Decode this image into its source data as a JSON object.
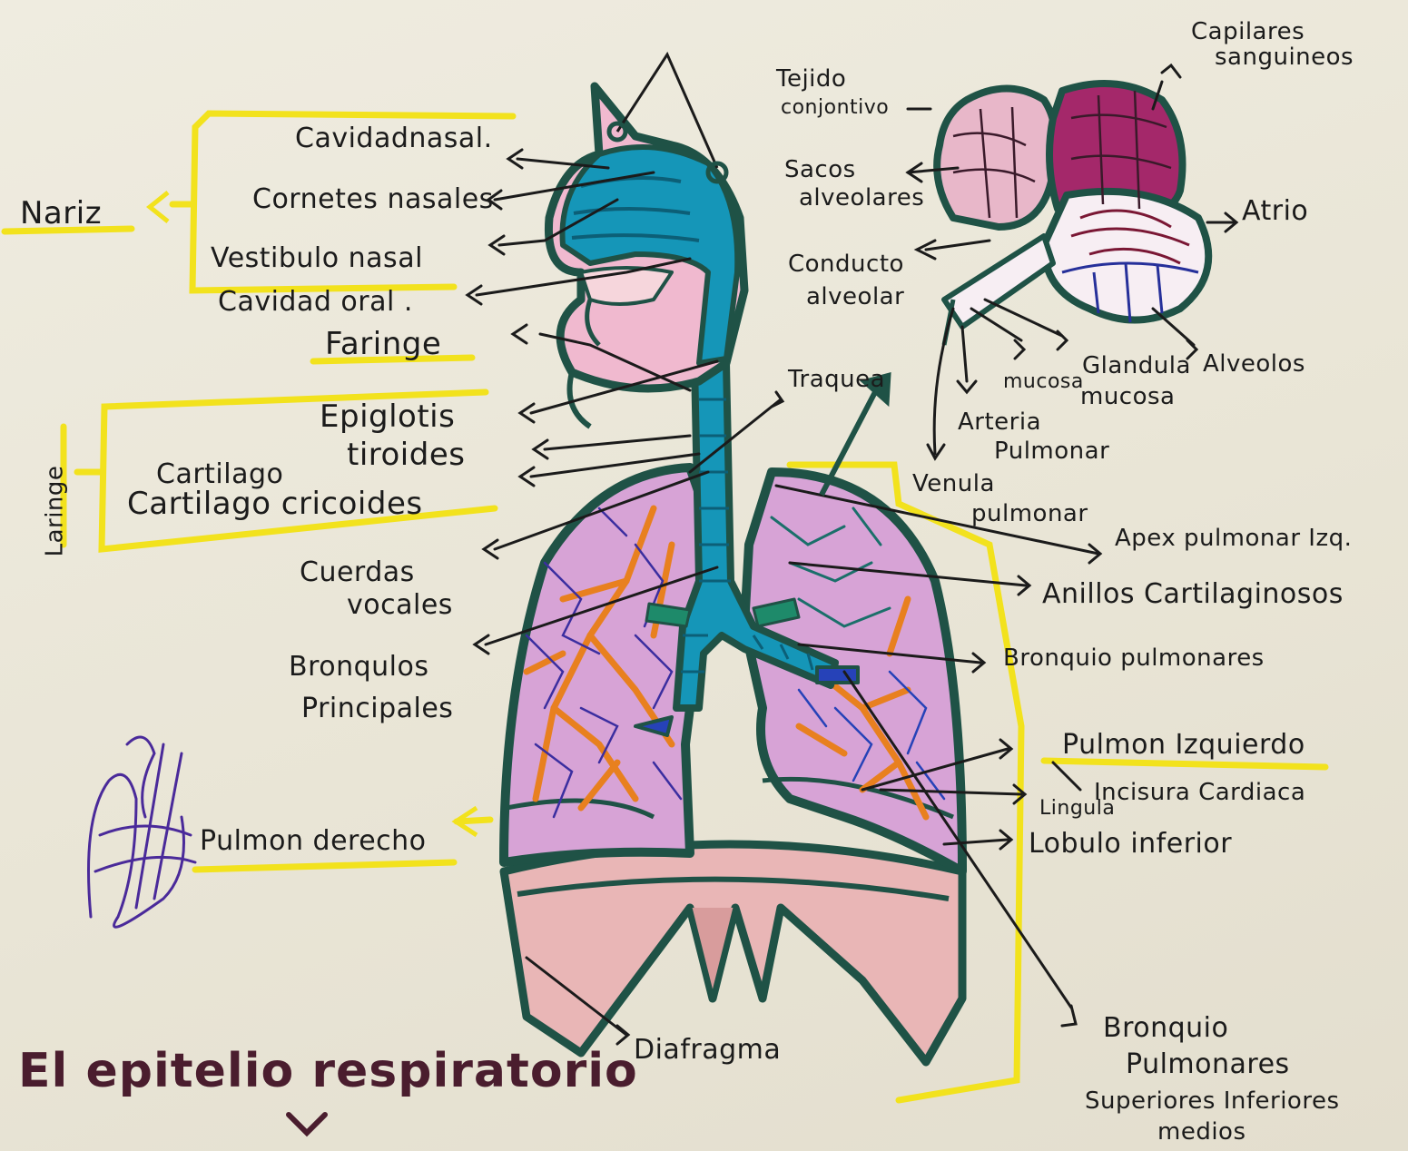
{
  "title": "El epitelio respiratorio",
  "colors": {
    "highlight": "#f2e21d",
    "outline": "#1f5246",
    "airway": "#1596b8",
    "lung_fill": "#d9a3d8",
    "diaphragm": "#e9b6b6",
    "alveoli_dark": "#a4286a",
    "alveoli_light": "#e8b7c9",
    "branches_orange": "#e8801f",
    "ink": "#1b1b1b",
    "title_ink": "#4a1d2e",
    "signature": "#4a2a9a"
  },
  "groups": {
    "nariz": "Nariz",
    "faringe": "Faringe",
    "laringe": "Laringe"
  },
  "labels": {
    "cavidad_nasal": "Cavidadnasal.",
    "cornetes_nasales": "Cornetes nasales",
    "vestibulo_nasal": "Vestibulo nasal",
    "cavidad_oral": "Cavidad oral .",
    "epiglotis": "Epiglotis",
    "cartilago_tiroides_1": "Cartilago",
    "cartilago_tiroides_2": "tiroides",
    "cartilago_cricoides": "Cartilago cricoides",
    "cuerdas_vocales_1": "Cuerdas",
    "cuerdas_vocales_2": "vocales",
    "bronquios_principales_1": "Bronqulos",
    "bronquios_principales_2": "Principales",
    "pulmon_derecho": "Pulmon derecho",
    "diafragma": "Diafragma",
    "traquea": "Traquea",
    "tejido_conjuntivo_1": "Tejido",
    "tejido_conjuntivo_2": "conjontivo",
    "sacos_alveolares_1": "Sacos",
    "sacos_alveolares_2": "alveolares",
    "conducto_alveolar_1": "Conducto",
    "conducto_alveolar_2": "alveolar",
    "capilares_1": "Capilares",
    "capilares_2": "sanguineos",
    "atrio": "Atrio",
    "alveolos": "Alveolos",
    "glandula_mucosa_1": "Glandula",
    "glandula_mucosa_2": "mucosa",
    "mucosa": "mucosa",
    "arteria_pulmonar_1": "Arteria",
    "arteria_pulmonar_2": "Pulmonar",
    "venula_pulmonar_1": "Venula",
    "venula_pulmonar_2": "pulmonar",
    "apex_pulmonar": "Apex pulmonar Izq.",
    "anillos_cartilaginosos": "Anillos Cartilaginosos",
    "bronquio_pulmonares": "Bronquio pulmonares",
    "pulmon_izquierdo": "Pulmon Izquierdo",
    "incisura_cardiaca": "Incisura Cardiaca",
    "lingula": "Lingula",
    "lobulo_inferior": "Lobulo inferior",
    "bronquios_lobulares_1": "Bronquio",
    "bronquios_lobulares_2": "Pulmonares",
    "bronquios_lobulares_3": "Superiores Inferiores",
    "bronquios_lobulares_4": "medios"
  }
}
